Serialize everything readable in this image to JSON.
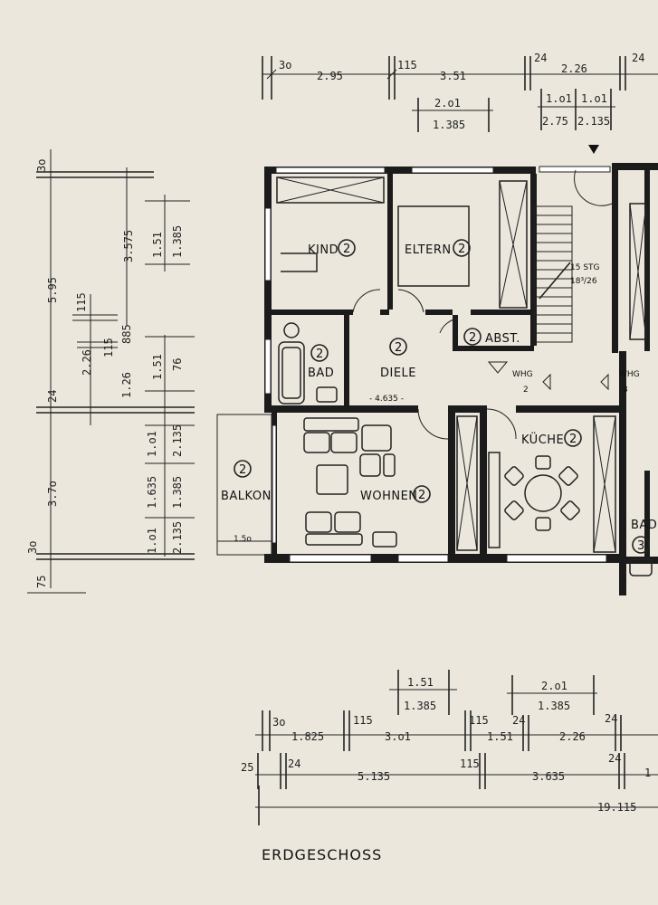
{
  "plan": {
    "title": "ERDGESCHOSS",
    "rooms": {
      "kind": {
        "label": "KIND",
        "unit": "2"
      },
      "eltern": {
        "label": "ELTERN",
        "unit": "2"
      },
      "bad": {
        "label": "BAD",
        "unit": "2"
      },
      "diele": {
        "label": "DIELE",
        "unit": "2"
      },
      "abst": {
        "label": "ABST.",
        "unit": "2"
      },
      "kueche": {
        "label": "KÜCHE",
        "unit": "2"
      },
      "wohnen": {
        "label": "WOHNEN",
        "unit": "2"
      },
      "balkon": {
        "label": "BALKON",
        "unit": "2"
      },
      "bad3": {
        "label": "BAD",
        "unit": "3"
      }
    },
    "stairs": {
      "line1": "15 STG",
      "line2": "18³/26"
    },
    "whg": {
      "a_label": "WHG",
      "a_num": "2",
      "b_label": "WHG",
      "b_num": "3"
    },
    "interior": {
      "diele_span": "- 4.635 -",
      "balkon_depth": "1.5o"
    },
    "top_dims": {
      "row1": [
        "3o",
        "2.95",
        "115",
        "3.51",
        "24",
        "2.26",
        "24"
      ],
      "row2": [
        "2.o1",
        "1.385"
      ],
      "row2b": [
        "1.o1",
        "1.o1",
        "2.75",
        "2.135"
      ]
    },
    "left_dims": {
      "col_outer": [
        "3o",
        "5.95",
        "24",
        "3.7o",
        "3o",
        "75"
      ],
      "col_mid": [
        "115",
        "2.26",
        "115",
        "3.575"
      ],
      "col_inner": [
        "885",
        "1.26",
        "1.51",
        "76"
      ],
      "col_win_a": [
        "1.51",
        "1.385"
      ],
      "col_win_b": [
        "1.o1",
        "2.135",
        "1.635",
        "1.385",
        "1.o1",
        "2.135"
      ]
    },
    "bottom_dims": {
      "win_a": [
        "1.51",
        "1.385"
      ],
      "win_b": [
        "2.o1",
        "1.385"
      ],
      "row1": [
        "3o",
        "1.825",
        "115",
        "3.o1",
        "115",
        "1.51",
        "24",
        "2.26",
        "24"
      ],
      "row2": [
        "25",
        "24",
        "5.135",
        "115",
        "3.635",
        "24",
        "1"
      ],
      "total": "19.115"
    }
  }
}
